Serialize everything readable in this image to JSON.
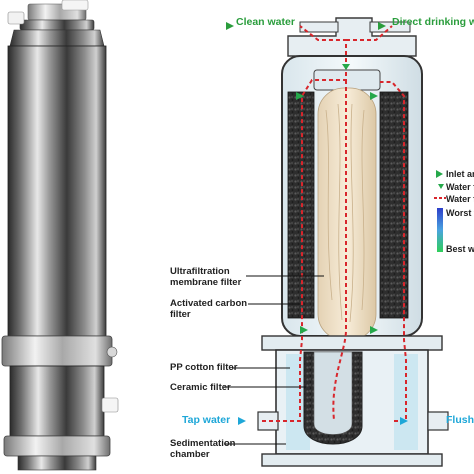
{
  "colors": {
    "clean_water": "#2a9d3c",
    "tap_water": "#1ea7d8",
    "flush": "#1ea7d8",
    "flow_line": "#d8262c",
    "flow_arrow": "#25a84a"
  },
  "top_labels": {
    "clean_water": "Clean water",
    "direct_drinking": "Direct drinking wa"
  },
  "bottom_labels": {
    "tap_water": "Tap water",
    "flush": "Flush"
  },
  "components": [
    {
      "lines": [
        "Ultrafiltration",
        "membrane filter"
      ]
    },
    {
      "lines": [
        "Activated carbon",
        "filter"
      ]
    },
    {
      "lines": [
        "PP cotton filter"
      ]
    },
    {
      "lines": [
        "Ceramic filter"
      ]
    },
    {
      "lines": [
        "Sedimentation",
        "chamber"
      ]
    }
  ],
  "legend": {
    "inlet": "Inlet and o",
    "water_flow_1": "Water flow",
    "water_flow_2": "Water flow",
    "worst": "Worst wat",
    "best": "Best wate"
  }
}
